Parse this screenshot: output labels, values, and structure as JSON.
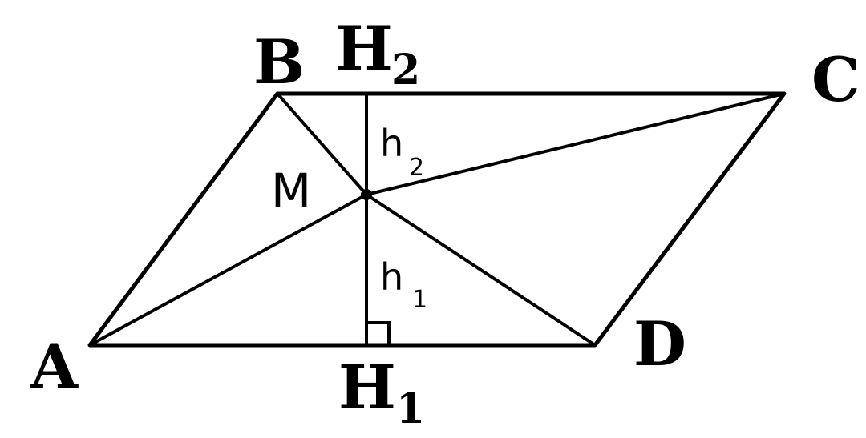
{
  "labels": {
    "A": "A",
    "B": "B",
    "C": "C",
    "D": "D",
    "M": "M",
    "H": "H",
    "h": "h",
    "one": "1",
    "two": "2"
  },
  "colors": {
    "stroke": "#000000",
    "background": "#ffffff"
  }
}
